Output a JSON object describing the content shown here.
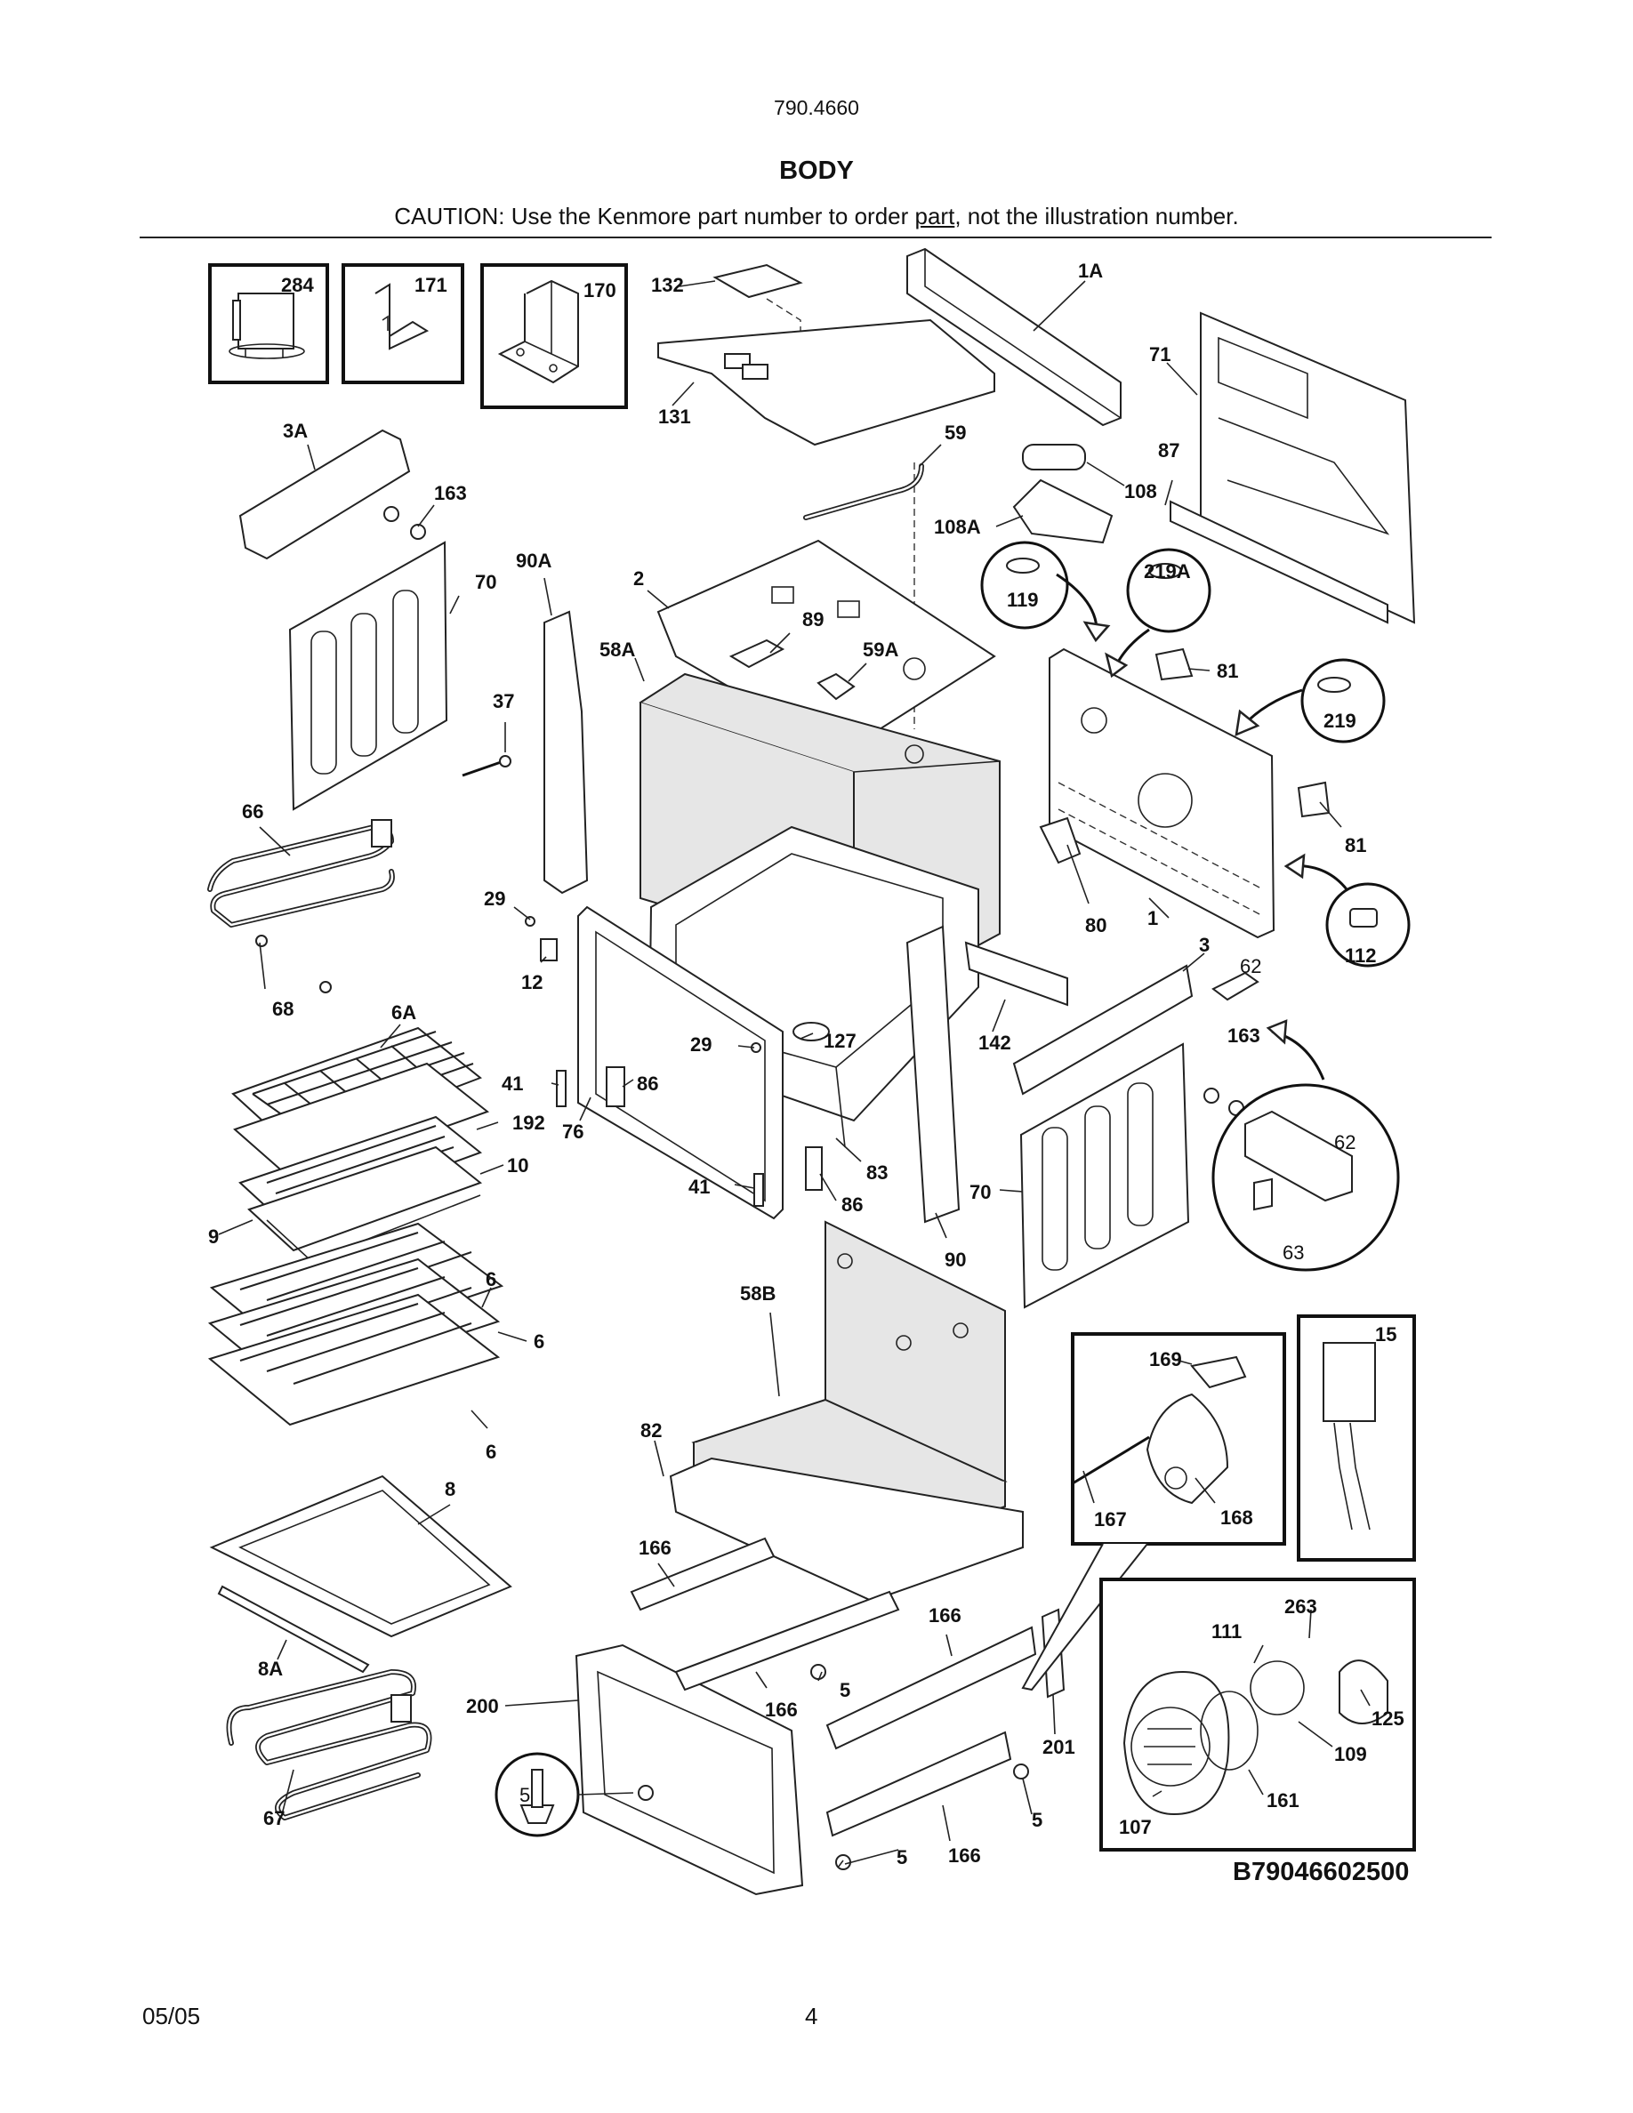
{
  "header": {
    "model": "790.4660",
    "title": "BODY",
    "caution_before": "CAUTION: Use the Kenmore part number to order ",
    "caution_link": "part",
    "caution_after": ", not the illustration number."
  },
  "diagram": {
    "drawing_number": "B79046602500",
    "labels": {
      "l284": "284",
      "l171": "171",
      "l170": "170",
      "l132": "132",
      "l1A": "1A",
      "l71": "71",
      "l131": "131",
      "l3A": "3A",
      "l163a": "163",
      "l59": "59",
      "l87": "87",
      "l108": "108",
      "l108A": "108A",
      "l70a": "70",
      "l90A": "90A",
      "l2": "2",
      "l89": "89",
      "l119": "119",
      "l219A": "219A",
      "l58A": "58A",
      "l59A": "59A",
      "l81a": "81",
      "l219": "219",
      "l37": "37",
      "l66": "66",
      "l81b": "81",
      "l29a": "29",
      "l80": "80",
      "l1": "1",
      "l112": "112",
      "l12": "12",
      "l3": "3",
      "l62a": "62",
      "l68": "68",
      "l6A": "6A",
      "l29b": "29",
      "l127": "127",
      "l142": "142",
      "l163b": "163",
      "l41a": "41",
      "l86a": "86",
      "l192": "192",
      "l76": "76",
      "l62b": "62",
      "l10": "10",
      "l83": "83",
      "l41b": "41",
      "l86b": "86",
      "l70b": "70",
      "l9": "9",
      "l90": "90",
      "l63": "63",
      "l6a": "6",
      "l58B": "58B",
      "l6b": "6",
      "l15": "15",
      "l169": "169",
      "l6c": "6",
      "l82": "82",
      "l8": "8",
      "l167": "167",
      "l168": "168",
      "l166a": "166",
      "l263": "263",
      "l111": "111",
      "l8A": "8A",
      "l166b": "166",
      "l5a": "5",
      "l166c": "166",
      "l200": "200",
      "l125": "125",
      "l109": "109",
      "l201": "201",
      "l5b": "5",
      "l161": "161",
      "l67": "67",
      "l5c": "5",
      "l107": "107",
      "l5d": "5",
      "l166d": "166"
    }
  },
  "footer": {
    "date": "05/05",
    "page": "4"
  }
}
